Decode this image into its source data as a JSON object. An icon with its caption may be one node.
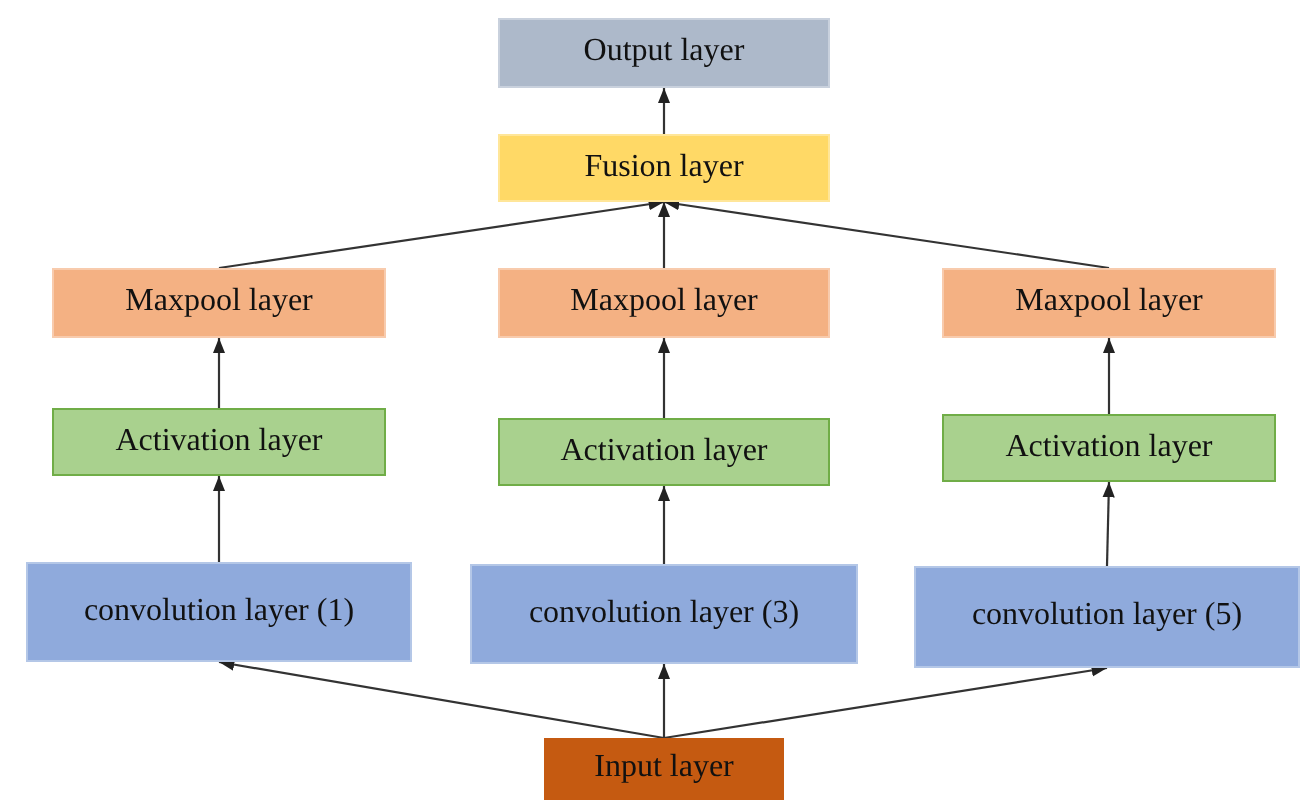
{
  "diagram": {
    "nodes": [
      {
        "text": [
          "Output layer"
        ]
      },
      {
        "text": [
          "Fusion layer"
        ]
      },
      {
        "text": [
          "Maxpool layer"
        ]
      },
      {
        "text": [
          "Maxpool layer"
        ]
      },
      {
        "text": [
          "Maxpool layer"
        ]
      },
      {
        "text": [
          "Activation layer"
        ]
      },
      {
        "text": [
          "Activation layer"
        ]
      },
      {
        "text": [
          "Activation layer"
        ]
      },
      {
        "text": [
          "convolution layer (1)"
        ]
      },
      {
        "text": [
          "convolution layer (3)"
        ]
      },
      {
        "text": [
          "convolution layer (5)"
        ]
      },
      {
        "text": [
          "Input layer"
        ]
      }
    ],
    "edges": [
      {
        "from": 11,
        "to": 8,
        "arrow": "to"
      },
      {
        "from": 11,
        "to": 9,
        "arrow": "to"
      },
      {
        "from": 11,
        "to": 10,
        "arrow": "to"
      },
      {
        "from": 8,
        "to": 5,
        "arrow": "to"
      },
      {
        "from": 9,
        "to": 6,
        "arrow": "to"
      },
      {
        "from": 10,
        "to": 7,
        "arrow": "to"
      },
      {
        "from": 5,
        "to": 2,
        "arrow": "to"
      },
      {
        "from": 6,
        "to": 3,
        "arrow": "to"
      },
      {
        "from": 7,
        "to": 4,
        "arrow": "to"
      },
      {
        "from": 2,
        "to": 1,
        "arrow": "to"
      },
      {
        "from": 3,
        "to": 1,
        "arrow": "to"
      },
      {
        "from": 4,
        "to": 1,
        "arrow": "to"
      },
      {
        "from": 1,
        "to": 0,
        "arrow": "to"
      }
    ]
  }
}
